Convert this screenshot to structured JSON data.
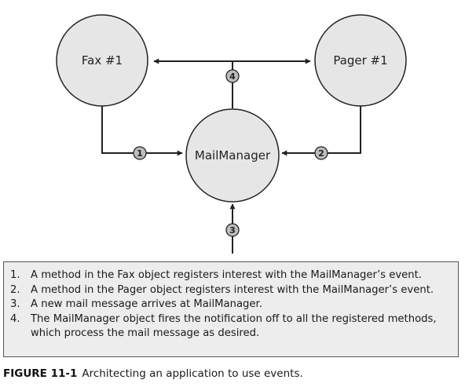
{
  "diagram": {
    "nodes": {
      "fax": "Fax #1",
      "pager": "Pager #1",
      "mailmanager": "MailManager"
    },
    "step_markers": [
      "1",
      "2",
      "3",
      "4"
    ]
  },
  "legend": {
    "items": [
      {
        "num": "1.",
        "text": "A method in the Fax object registers interest with the MailManager’s event."
      },
      {
        "num": "2.",
        "text": "A method in the Pager object registers interest with the MailManager’s event."
      },
      {
        "num": "3.",
        "text": "A new mail message arrives at MailManager."
      },
      {
        "num": "4.",
        "text": "The MailManager object fires the notification off to all the registered methods, which process the mail message as desired."
      }
    ]
  },
  "caption": {
    "label": "FIGURE 11-1",
    "text": "Architecting an application to use events."
  }
}
